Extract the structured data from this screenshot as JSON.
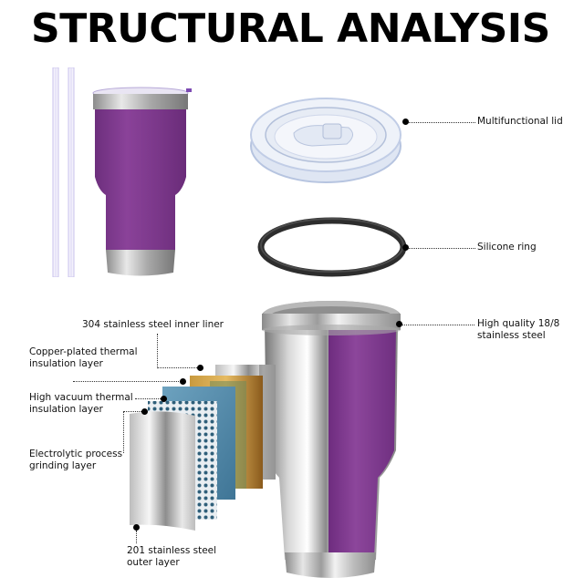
{
  "title": "STRUCTURAL ANALYSIS",
  "components": {
    "lid": {
      "label": "Multifunctional lid"
    },
    "ring": {
      "label": "Silicone ring"
    },
    "body": {
      "label_line1": "High quality 18/8",
      "label_line2": "stainless steel"
    }
  },
  "layers": {
    "inner_liner": {
      "label": "304 stainless steel inner liner"
    },
    "copper": {
      "label_line1": "Copper-plated thermal",
      "label_line2": "insulation layer"
    },
    "vacuum": {
      "label_line1": "High vacuum thermal",
      "label_line2": "insulation layer"
    },
    "electrolytic": {
      "label_line1": "Electrolytic process",
      "label_line2": "grinding layer"
    },
    "outer": {
      "label_line1": "201 stainless steel",
      "label_line2": "outer layer"
    }
  },
  "colors": {
    "purple": "#7d3a8c",
    "steel": "#c8c8c8",
    "copper": "#b8862e",
    "blue": "#4f86a6"
  }
}
